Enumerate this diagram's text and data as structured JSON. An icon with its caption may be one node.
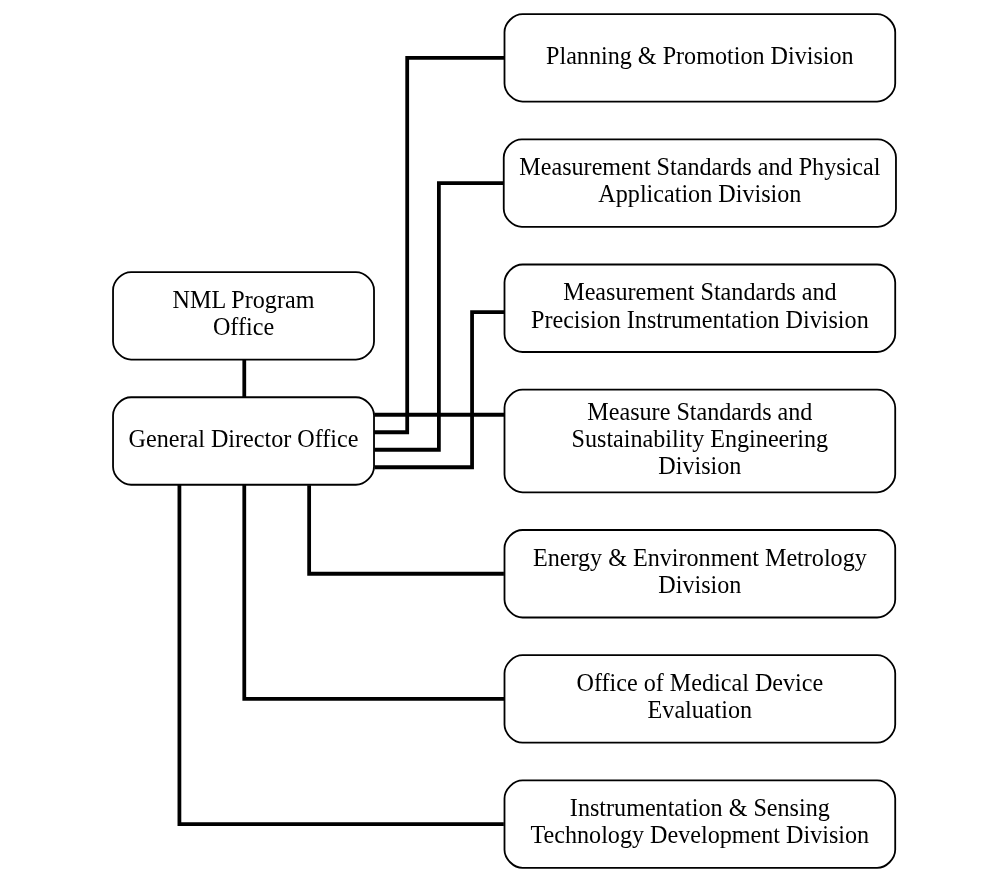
{
  "diagram": {
    "nodes": [
      {
        "text": [
          "NML Program Office"
        ]
      },
      {
        "text": [
          "General Director Office"
        ]
      },
      {
        "text": [
          "Planning & Promotion Division"
        ]
      },
      {
        "text": [
          "Measurement Standards and Physical Application Division"
        ]
      },
      {
        "text": [
          "Measurement Standards and Precision Instrumentation Division"
        ]
      },
      {
        "text": [
          "Measure Standards and Sustainability Engineering Division"
        ]
      },
      {
        "text": [
          "Energy & Environment Metrology Division"
        ]
      },
      {
        "text": [
          "Office of Medical Device Evaluation"
        ]
      },
      {
        "text": [
          "Instrumentation & Sensing Technology Development Division"
        ]
      }
    ],
    "edges": [
      {
        "from": 0,
        "to": 1,
        "arrow": "none"
      },
      {
        "from": 1,
        "to": 2,
        "arrow": "none"
      },
      {
        "from": 1,
        "to": 3,
        "arrow": "none"
      },
      {
        "from": 1,
        "to": 4,
        "arrow": "none"
      },
      {
        "from": 1,
        "to": 5,
        "arrow": "none"
      },
      {
        "from": 1,
        "to": 6,
        "arrow": "none"
      },
      {
        "from": 1,
        "to": 7,
        "arrow": "none"
      },
      {
        "from": 1,
        "to": 8,
        "arrow": "none"
      }
    ]
  }
}
